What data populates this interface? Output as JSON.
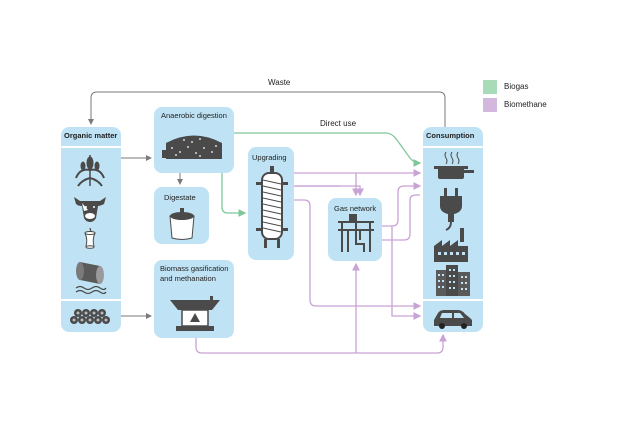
{
  "labels": {
    "waste": "Waste",
    "direct_use": "Direct use",
    "organic_matter": "Organic matter",
    "anaerobic_digestion": "Anaerobic digestion",
    "digestate": "Digestate",
    "biomass_gasification_line1": "Biomass gasification",
    "biomass_gasification_line2": "and methanation",
    "upgrading": "Upgrading",
    "gas_network": "Gas network",
    "consumption": "Consumption"
  },
  "legend": [
    {
      "label": "Biogas",
      "color": "#a8dbb8"
    },
    {
      "label": "Biomethane",
      "color": "#d3b7dd"
    }
  ],
  "colors": {
    "box_fill": "#bfe3f4",
    "column_fill": "#bfe3f4",
    "icon": "#4a4a4a",
    "arrow_gray": "#7a7a7a",
    "arrow_green": "#7fc79a",
    "arrow_purple": "#c9a2d6"
  }
}
